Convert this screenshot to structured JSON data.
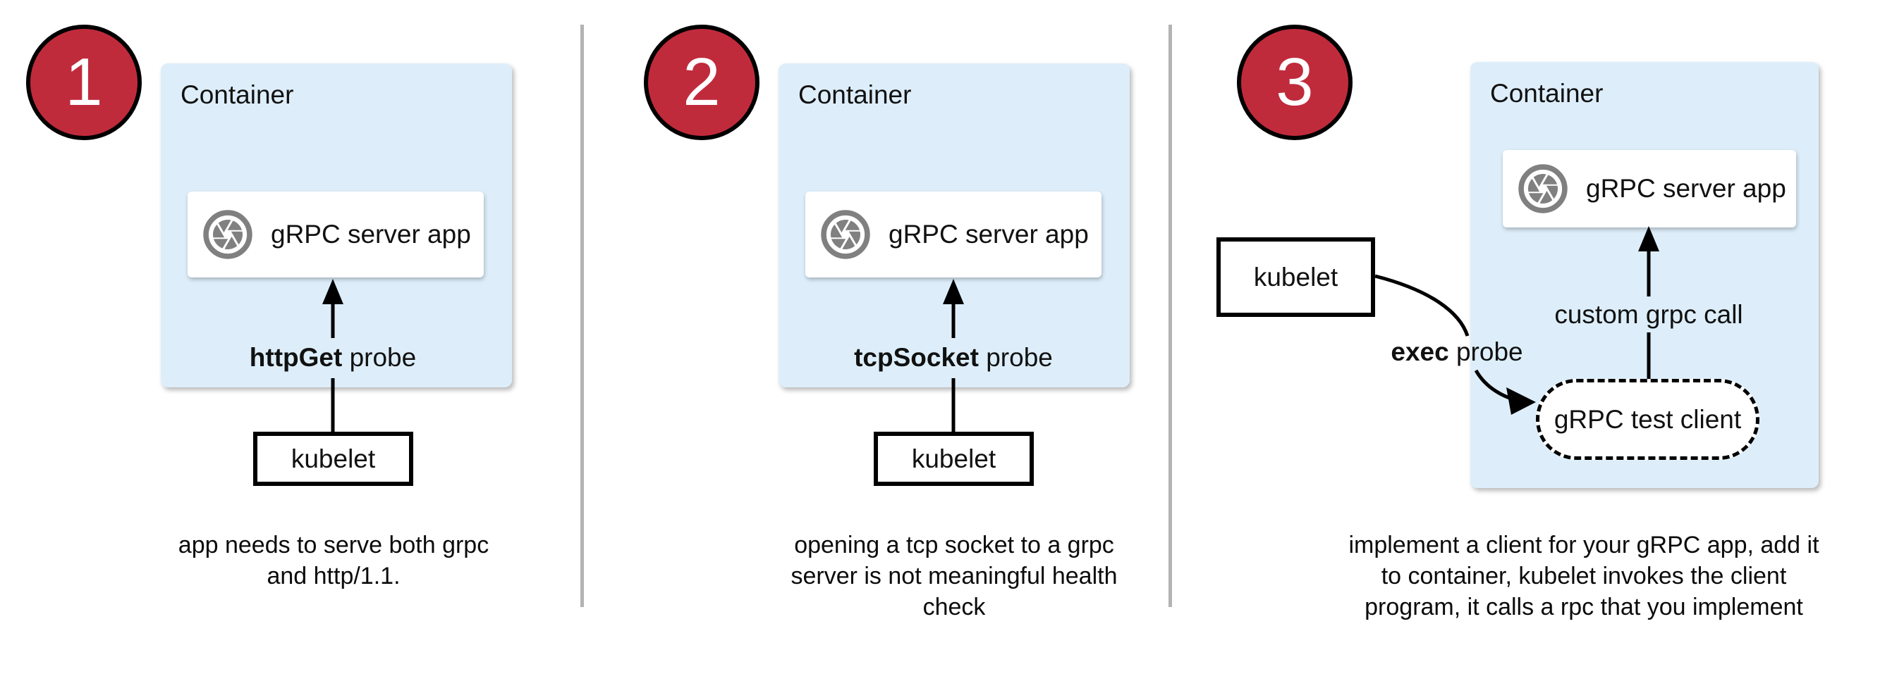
{
  "colors": {
    "background": "#ffffff",
    "container_fill": "#ddeefa",
    "badge_fill": "#c02b3c",
    "badge_border": "#000000",
    "divider": "#b3b3b3",
    "icon_gray": "#808080",
    "arrow_black": "#000000",
    "box_border": "#000000",
    "text": "#111111"
  },
  "icons": {
    "app_icon": "camera-aperture-icon"
  },
  "panels": [
    {
      "number": "1",
      "container_label": "Container",
      "app_label": "gRPC server app",
      "probe_bold": "httpGet",
      "probe_rest": " probe",
      "kubelet_label": "kubelet",
      "caption_lines": [
        "app needs to serve both grpc",
        "and http/1.1."
      ]
    },
    {
      "number": "2",
      "container_label": "Container",
      "app_label": "gRPC server app",
      "probe_bold": "tcpSocket",
      "probe_rest": " probe",
      "kubelet_label": "kubelet",
      "caption_lines": [
        "opening a tcp socket to a grpc",
        "server is not meaningful health",
        "check"
      ]
    },
    {
      "number": "3",
      "container_label": "Container",
      "app_label": "gRPC server app",
      "probe_bold": "exec",
      "probe_rest": " probe",
      "kubelet_label": "kubelet",
      "custom_call_label": "custom grpc call",
      "test_client_label": "gRPC test client",
      "caption_lines": [
        "implement a client for your gRPC app, add it",
        "to container, kubelet invokes the client",
        "program, it calls a rpc that you implement"
      ]
    }
  ]
}
